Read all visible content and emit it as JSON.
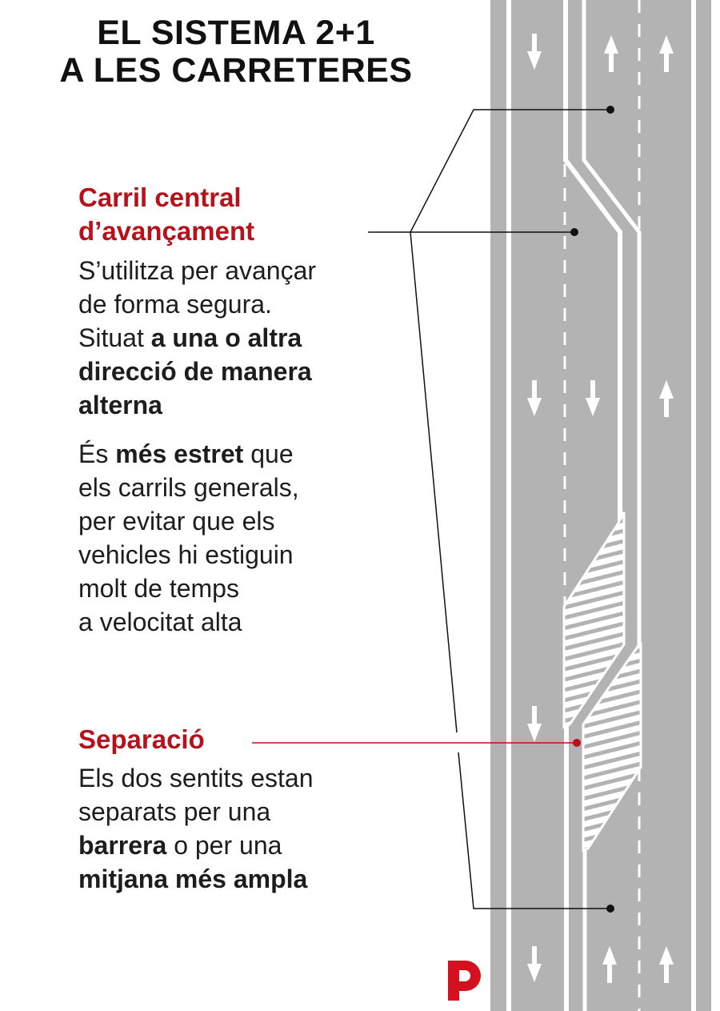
{
  "title": {
    "line1": "EL SISTEMA 2+1",
    "line2": "A LES CARRETERES"
  },
  "central_lane": {
    "heading_line1": "Carril central",
    "heading_line2": "d’avançament",
    "para1": {
      "l1": "S’utilitza per avançar",
      "l2": "de forma segura.",
      "l3_plain": "Situat ",
      "l3_bold": "a una o altra",
      "l4_bold": "direcció de manera",
      "l5_bold": "alterna"
    },
    "para2": {
      "l1_plain": "És ",
      "l1_bold": "més estret",
      "l1_end": " que",
      "l2": "els carrils generals,",
      "l3": "per evitar que els",
      "l4": "vehicles hi estiguin",
      "l5": "molt de temps",
      "l6": "a velocitat alta"
    }
  },
  "separation": {
    "heading": "Separació",
    "l1": "Els dos sentits estan",
    "l2": "separats per una",
    "l3_bold": "barrera",
    "l3_plain": " o per una",
    "l4_bold": "mitjana més ampla"
  },
  "colors": {
    "accent": "#b5121b",
    "road": "#b3b3b3",
    "marking": "#ffffff"
  },
  "icons": [
    "arrow-down-icon",
    "arrow-up-icon",
    "logo-p-icon"
  ]
}
